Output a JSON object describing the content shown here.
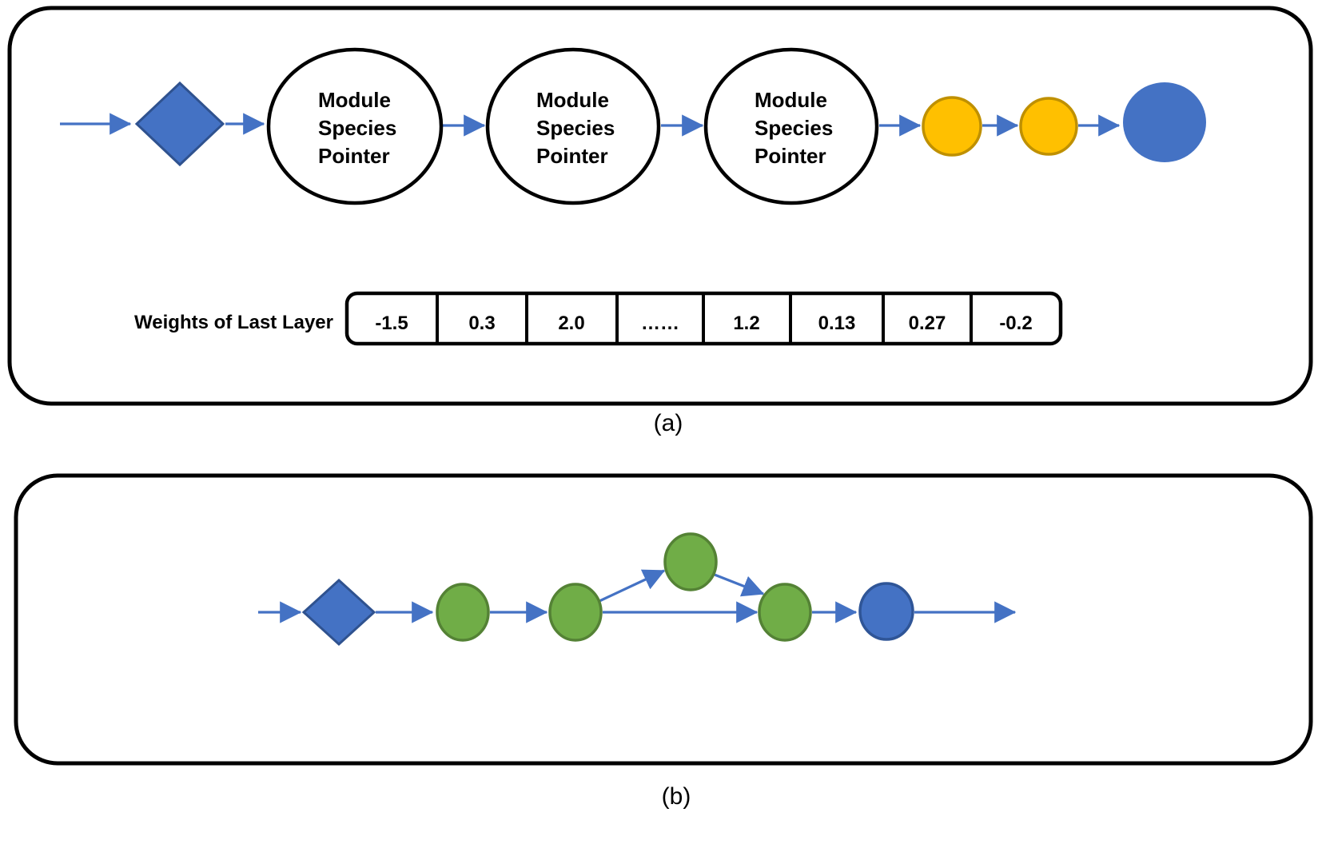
{
  "figure": {
    "panel_a": {
      "label": "(a)",
      "module_node_lines": [
        "Module",
        "Species",
        "Pointer"
      ],
      "weights_label": "Weights of Last Layer",
      "weights": [
        "-1.5",
        "0.3",
        "2.0",
        "……",
        "1.2",
        "0.13",
        "0.27",
        "-0.2"
      ]
    },
    "panel_b": {
      "label": "(b)"
    },
    "colors": {
      "arrow_blue": "#4472C4",
      "diamond_fill": "#4472C4",
      "diamond_stroke": "#2F528F",
      "orange_fill": "#FFC000",
      "orange_stroke": "#BF9000",
      "green_fill": "#70AD47",
      "green_stroke": "#548235",
      "blue_node_fill": "#4472C4",
      "blue_node_stroke": "#2F5597",
      "outline": "#000000"
    }
  }
}
